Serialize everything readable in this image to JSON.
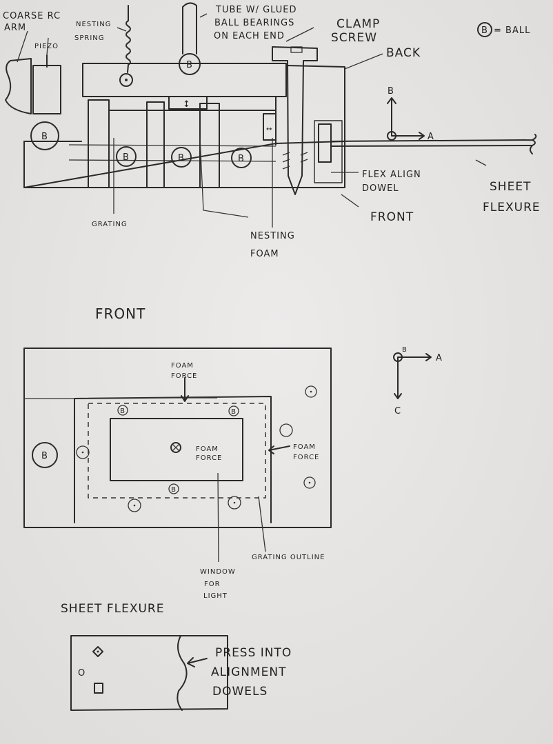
{
  "side_view": {
    "coarse_rc_arm": [
      "COARSE RC",
      "ARM"
    ],
    "piezo": "PIEZO",
    "nesting_spring": [
      "NESTING",
      "SPRING"
    ],
    "tube": [
      "TUBE W/ GLUED",
      "BALL BEARINGS",
      "ON EACH END"
    ],
    "clamp_screw": [
      "CLAMP",
      "SCREW"
    ],
    "back": "BACK",
    "legend": "= BALL",
    "ball_symbol": "B",
    "axis_b": "B",
    "axis_a": "A",
    "flex_align_dowel": [
      "FLEX ALIGN",
      "DOWEL"
    ],
    "sheet_flexure": [
      "SHEET",
      "FLEXURE"
    ],
    "front": "FRONT",
    "grating": "GRATING",
    "nesting_foam": [
      "NESTING",
      "FOAM"
    ]
  },
  "front_view": {
    "title": "FRONT",
    "foam_force_top": [
      "FOAM",
      "FORCE"
    ],
    "foam_force_center": [
      "FOAM",
      "FORCE"
    ],
    "foam_force_right": [
      "FOAM",
      "FORCE"
    ],
    "window": [
      "WINDOW",
      "FOR",
      "LIGHT"
    ],
    "grating_outline": "GRATING OUTLINE",
    "axis_b": "B",
    "axis_a": "A",
    "axis_c": "C",
    "ball_symbol": "B"
  },
  "sheet_flexure_view": {
    "title": "SHEET FLEXURE",
    "note": [
      "PRESS INTO",
      "ALIGNMENT",
      "DOWELS"
    ],
    "hole_label": "O"
  }
}
